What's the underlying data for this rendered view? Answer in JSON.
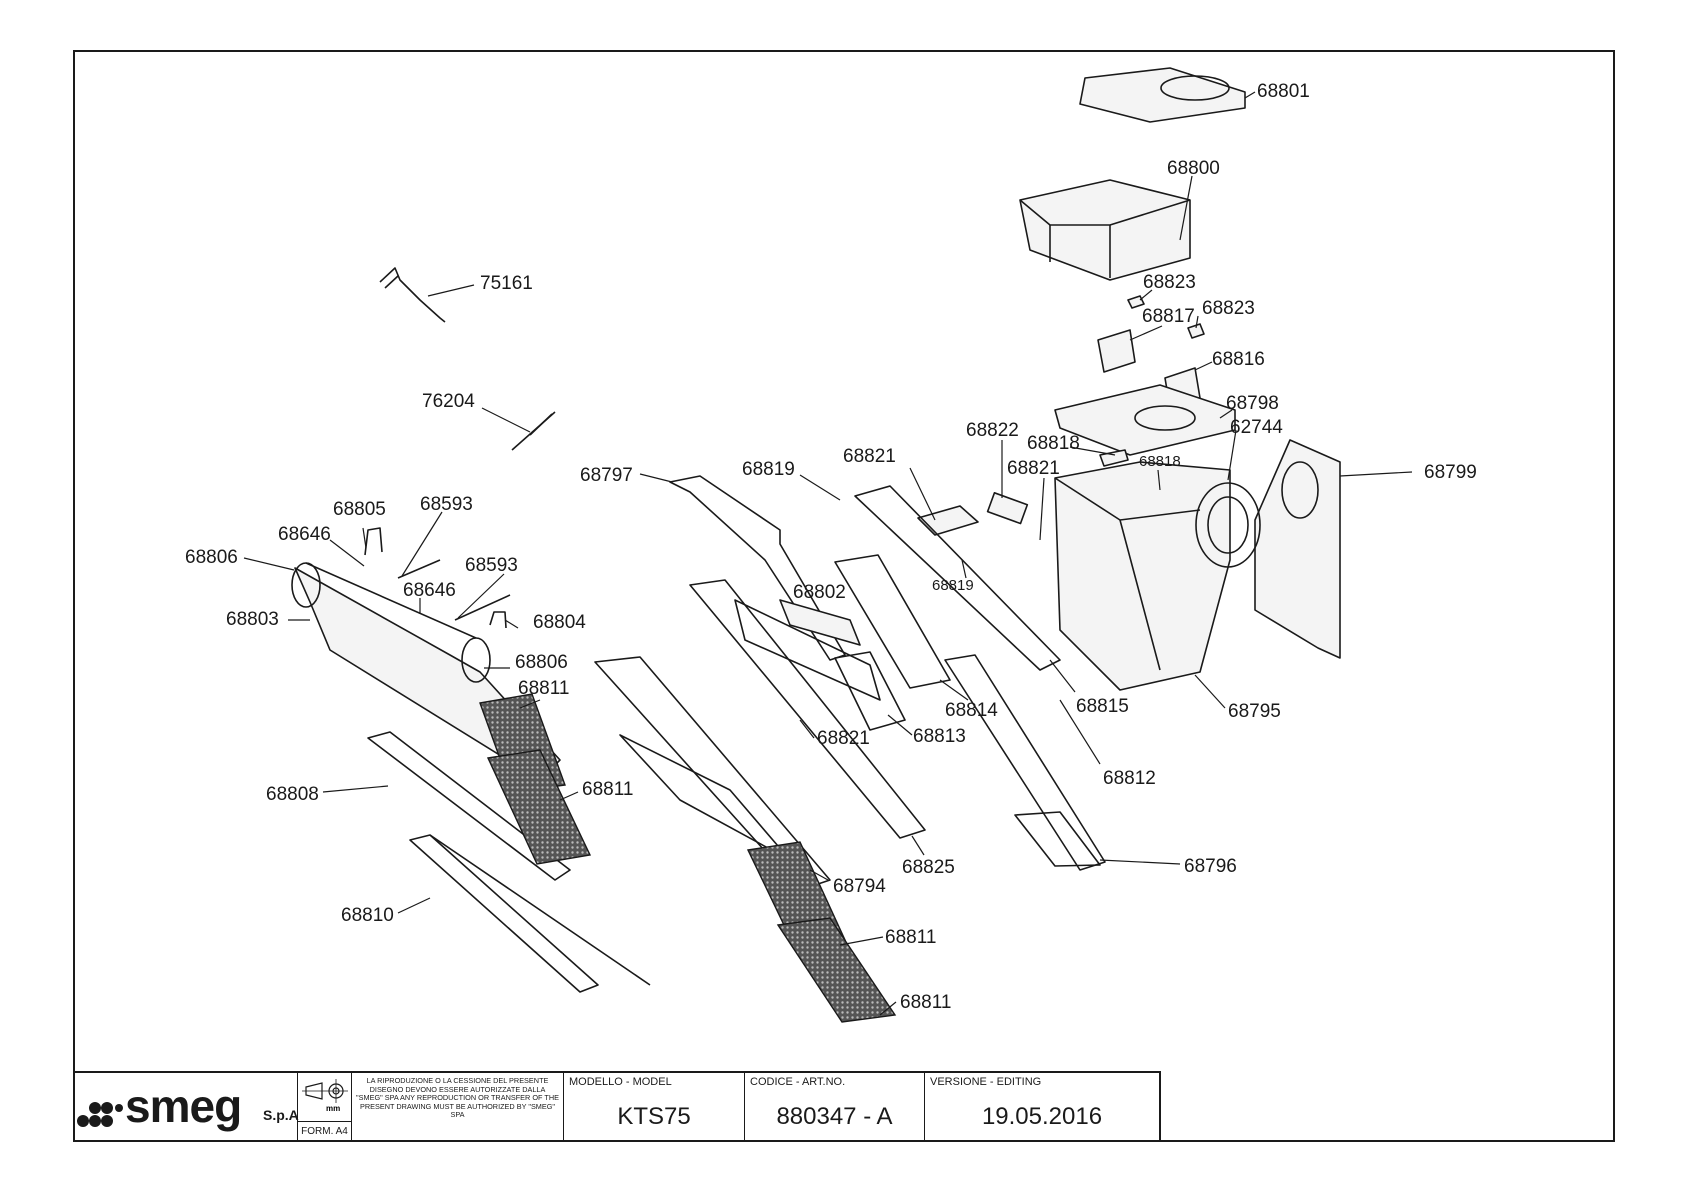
{
  "drawing": {
    "parts": {
      "p68801": "68801",
      "p68800": "68800",
      "p75161": "75161",
      "p68823a": "68823",
      "p68823b": "68823",
      "p68817": "68817",
      "p68816": "68816",
      "p76204": "76204",
      "p68798": "68798",
      "p62744": "62744",
      "p68822": "68822",
      "p68818a": "68818",
      "p68821a": "68821",
      "p68818b": "68818",
      "p68799": "68799",
      "p68797": "68797",
      "p68819a": "68819",
      "p68821b": "68821",
      "p68805": "68805",
      "p68593a": "68593",
      "p68646a": "68646",
      "p68806a": "68806",
      "p68593b": "68593",
      "p68646b": "68646",
      "p68819b": "68819",
      "p68802": "68802",
      "p68803": "68803",
      "p68804": "68804",
      "p68806b": "68806",
      "p68811a": "68811",
      "p68814": "68814",
      "p68815": "68815",
      "p68795": "68795",
      "p68821c": "68821",
      "p68813": "68813",
      "p68812": "68812",
      "p68808": "68808",
      "p68811b": "68811",
      "p68825": "68825",
      "p68796": "68796",
      "p68794": "68794",
      "p68810": "68810",
      "p68811c": "68811",
      "p68811d": "68811"
    }
  },
  "title_block": {
    "logo": "smeg",
    "logo_sub": "S.p.A",
    "form": "FORM. A4",
    "unit_symbol": "mm",
    "notice": "LA RIPRODUZIONE O LA CESSIONE DEL PRESENTE DISEGNO DEVONO ESSERE AUTORIZZATE DALLA \"SMEG\" SPA ANY REPRODUCTION OR TRANSFER OF THE PRESENT DRAWING MUST BE AUTHORIZED BY \"SMEG\" SPA",
    "model_label": "MODELLO - MODEL",
    "model_value": "KTS75",
    "code_label": "CODICE - ART.NO.",
    "code_value": "880347 - A",
    "version_label": "VERSIONE - EDITING",
    "version_value": "19.05.2016"
  }
}
